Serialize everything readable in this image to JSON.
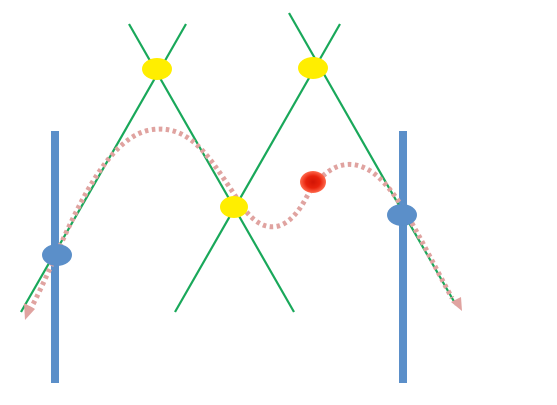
{
  "colors": {
    "background": "#ffffff",
    "post": "#5b8fc9",
    "line": "#19a85a",
    "junction": "#ffee00",
    "path": "#e0a3a0",
    "marker_fill": "#e8220c",
    "marker_ring": "#ff6a4d"
  },
  "legend": "none",
  "elements": {
    "posts": [
      {
        "name": "left-post"
      },
      {
        "name": "right-post"
      }
    ],
    "lines": [
      {
        "name": "line-left-rising"
      },
      {
        "name": "line-left-falling"
      },
      {
        "name": "line-right-rising"
      },
      {
        "name": "line-right-falling"
      }
    ],
    "junctions": [
      {
        "name": "junction-left-post"
      },
      {
        "name": "junction-top-left"
      },
      {
        "name": "junction-center"
      },
      {
        "name": "junction-top-right"
      },
      {
        "name": "junction-right-post"
      }
    ],
    "path": {
      "name": "dotted-path",
      "arrow_ends": [
        "left",
        "right"
      ]
    },
    "marker": {
      "name": "current-position-marker"
    }
  }
}
